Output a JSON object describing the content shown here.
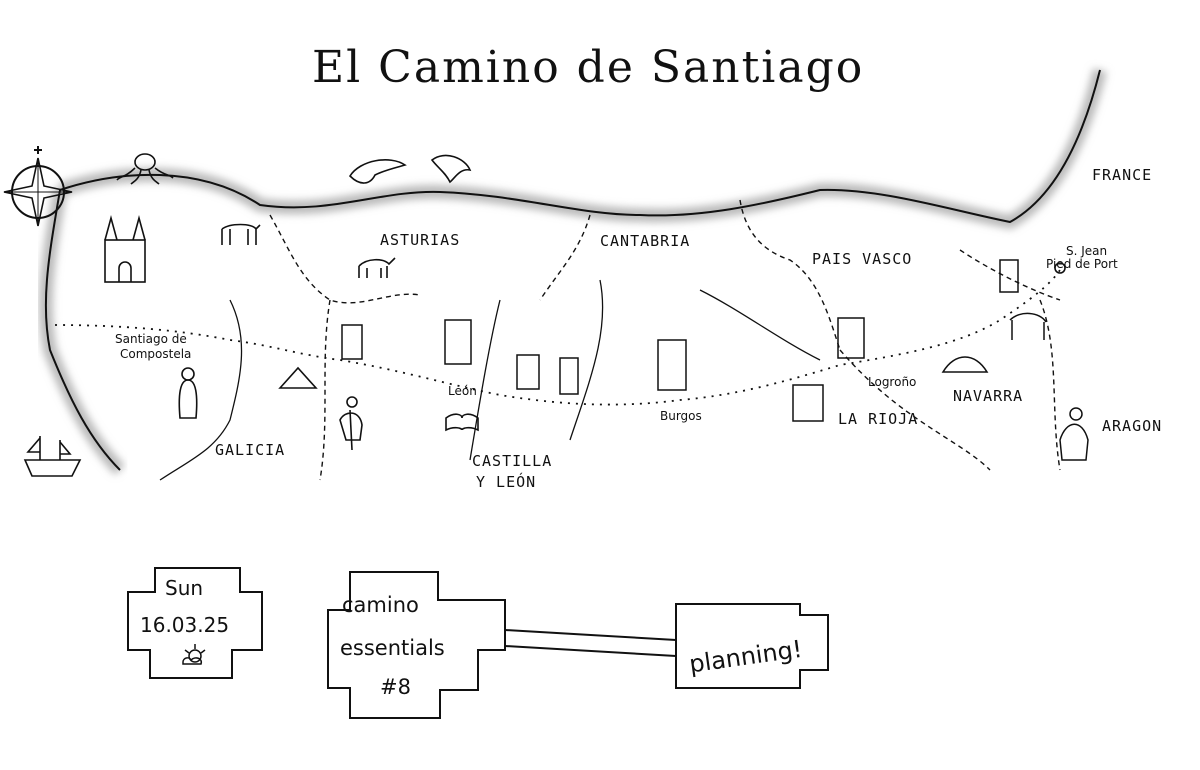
{
  "title": "El Camino de Santiago",
  "regions": {
    "france": "FRANCE",
    "asturias": "ASTURIAS",
    "cantabria": "CANTABRIA",
    "pais_vasco": "PAIS VASCO",
    "galicia": "GALICIA",
    "castilla_line1": "CASTILLA",
    "castilla_line2": "Y LEÓN",
    "la_rioja": "LA RIOJA",
    "navarra": "NAVARRA",
    "aragon": "ARAGON"
  },
  "cities": {
    "santiago_line1": "Santiago de",
    "santiago_line2": "Compostela",
    "leon": "León",
    "burgos": "Burgos",
    "logrono": "Logroño",
    "sjpp_line1": "S. Jean",
    "sjpp_line2": "Pied de Port"
  },
  "notes": {
    "date_line1": "Sun",
    "date_line2": "16.03.25",
    "essentials_line1": "camino",
    "essentials_line2": "essentials",
    "essentials_line3": "#8",
    "planning": "planning!"
  },
  "icons": [
    "compass-rose-icon",
    "octopus-icon",
    "dolphin-icon",
    "boat-icon",
    "cathedral-icon",
    "ox-icon",
    "pilgrim-icon",
    "horse-icon",
    "bull-icon",
    "shell-icon",
    "mountain-icon",
    "book-icon",
    "donkey-rider-icon"
  ]
}
